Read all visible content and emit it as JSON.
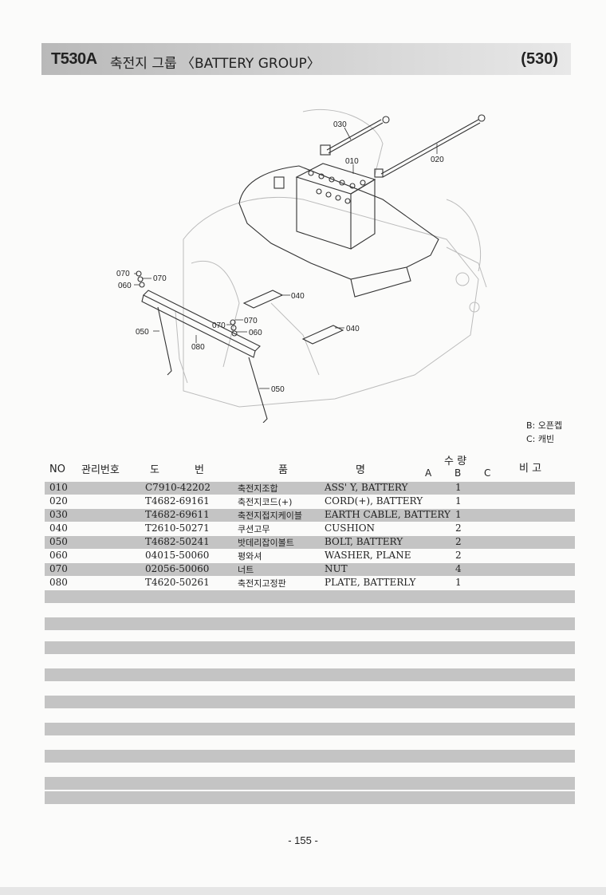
{
  "header": {
    "model": "T530A",
    "title": "축전지 그룹 〈BATTERY GROUP〉",
    "page_ref": "(530)"
  },
  "diagram": {
    "callouts": [
      "030",
      "010",
      "020",
      "070",
      "060",
      "070",
      "040",
      "070",
      "070",
      "060",
      "050",
      "080",
      "040",
      "050"
    ]
  },
  "legend": {
    "b": "B: 오픈켑",
    "c": "C: 캐빈"
  },
  "table": {
    "headers": {
      "no": "NO",
      "mgmt": "관리번호",
      "drawing_1": "도",
      "drawing_2": "번",
      "name_1": "품",
      "name_2": "명",
      "qty": "수 량",
      "remark": "비 고",
      "a": "A",
      "b": "B",
      "c": "C"
    },
    "rows": [
      {
        "no": "010",
        "part": "C7910-42202",
        "kor": "축전지조합",
        "eng": "ASS' Y, BATTERY",
        "qty": "1"
      },
      {
        "no": "020",
        "part": "T4682-69161",
        "kor": "축전지코드(+)",
        "eng": "CORD(+), BATTERY",
        "qty": "1"
      },
      {
        "no": "030",
        "part": "T4682-69611",
        "kor": "축전지접지케이블",
        "eng": "EARTH CABLE, BATTERY",
        "qty": "1"
      },
      {
        "no": "040",
        "part": "T2610-50271",
        "kor": "쿠션고무",
        "eng": "CUSHION",
        "qty": "2"
      },
      {
        "no": "050",
        "part": "T4682-50241",
        "kor": "밧데리잡이볼트",
        "eng": "BOLT, BATTERY",
        "qty": "2"
      },
      {
        "no": "060",
        "part": "04015-50060",
        "kor": "평와셔",
        "eng": "WASHER, PLANE",
        "qty": "2"
      },
      {
        "no": "070",
        "part": "02056-50060",
        "kor": "너트",
        "eng": "NUT",
        "qty": "4"
      },
      {
        "no": "080",
        "part": "T4620-50261",
        "kor": "축전지고정판",
        "eng": "PLATE, BATTERLY",
        "qty": "1"
      }
    ]
  },
  "footer": {
    "page_number": "- 155 -"
  }
}
